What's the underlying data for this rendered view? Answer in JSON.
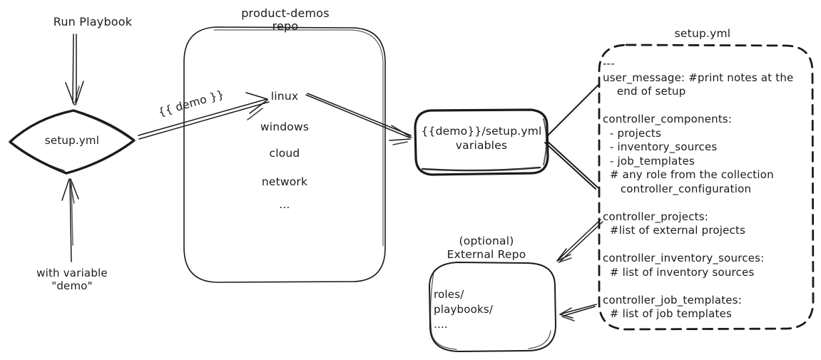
{
  "diagram": {
    "colors": {
      "ink": "#1b1b1b",
      "background": "#ffffff"
    },
    "left_flow": {
      "run_playbook_label": "Run Playbook",
      "diamond_label": "setup.yml",
      "with_variable_label": "with variable\n\"demo\""
    },
    "demo_arrow_label": "{{ demo }}",
    "product_demos_repo": {
      "title": "product-demos repo",
      "items": [
        "linux",
        "windows",
        "cloud",
        "network",
        "..."
      ]
    },
    "variables_box": {
      "label": "{{demo}}/setup.yml\nvariables"
    },
    "setup_yml_file": {
      "title": "setup.yml",
      "lines": [
        "---",
        "user_message: #print notes at the",
        "    end of setup",
        "",
        "controller_components:",
        "  - projects",
        "  - inventory_sources",
        "  - job_templates",
        "  # any role from the collection",
        "     controller_configuration",
        "",
        "controller_projects:",
        "  #list of external projects",
        "",
        "controller_inventory_sources:",
        "  # list of inventory sources",
        "",
        "controller_job_templates:",
        "  # list of job templates"
      ]
    },
    "external_repo": {
      "title": "(optional)\nExternal Repo",
      "lines": [
        "roles/",
        "playbooks/",
        "...."
      ]
    }
  }
}
